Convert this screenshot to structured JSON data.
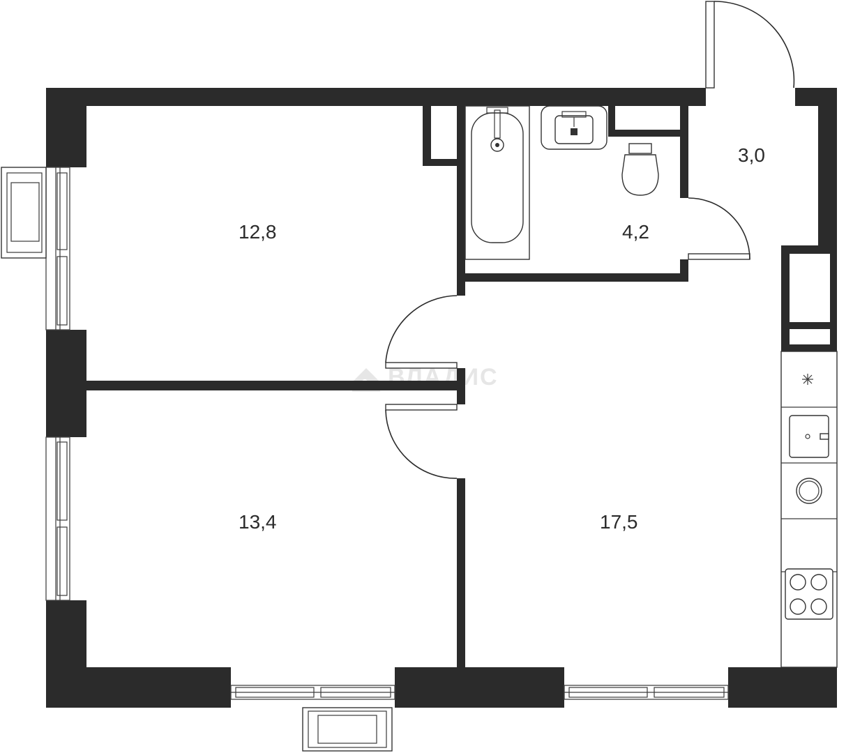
{
  "rooms": {
    "bedroom_top_area": "12,8",
    "bedroom_bottom_area": "13,4",
    "living_kitchen_area": "17,5",
    "bathroom_area": "4,2",
    "hall_area": "3,0"
  },
  "watermark": {
    "text": "ВЛАДИС",
    "icon": "house-key-icon"
  },
  "colors": {
    "wall": "#2b2b2b",
    "background": "#ffffff",
    "watermark": "#e6e6e6"
  }
}
